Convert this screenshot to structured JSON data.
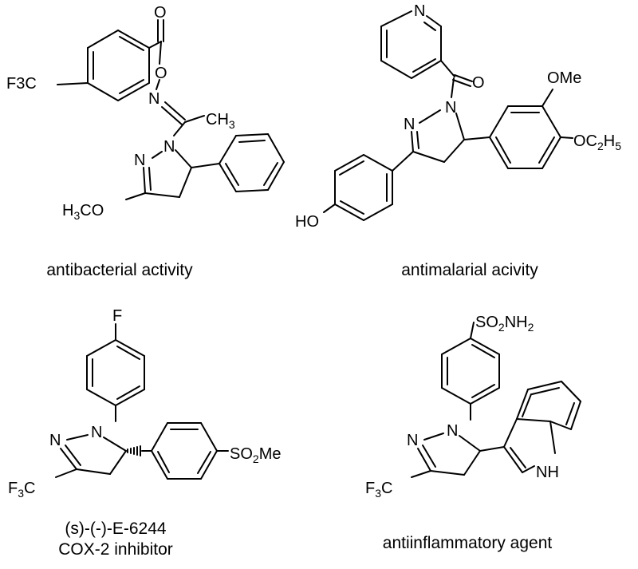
{
  "molecules": [
    {
      "caption": "antibacterial activity",
      "labels": {
        "o_carbonyl": "O",
        "o_ester": "O",
        "n_oxime": "N",
        "ch3": "CH3",
        "cf3": "F3C",
        "n1": "N",
        "n2": "N",
        "och3": "H3CO"
      }
    },
    {
      "caption": "antimalarial acivity",
      "labels": {
        "n_pyr": "N",
        "o_carbonyl": "O",
        "ome": "OMe",
        "oet": "OC2H5",
        "n1": "N",
        "n2": "N",
        "ho": "HO"
      }
    },
    {
      "caption_line1": "(s)-(-)-E-6244",
      "caption_line2": "COX-2 inhibitor",
      "labels": {
        "f": "F",
        "n1": "N",
        "n2": "N",
        "cf3": "F3C",
        "so2me": "SO2Me"
      }
    },
    {
      "caption": "antiinflammatory agent",
      "labels": {
        "so2nh2": "SO2NH2",
        "n1": "N",
        "n2": "N",
        "cf3": "F3C",
        "nh": "NH"
      }
    }
  ]
}
